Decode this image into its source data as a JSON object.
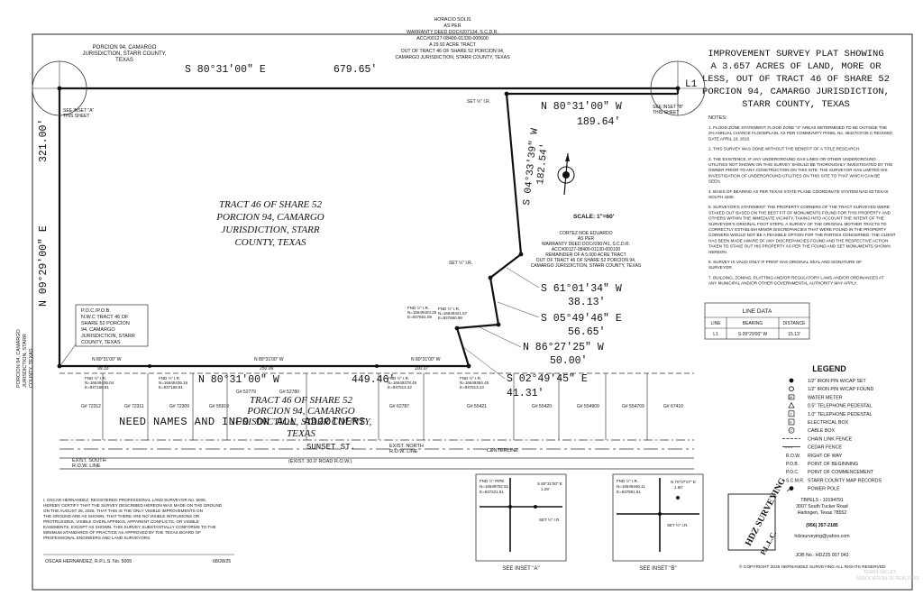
{
  "title": {
    "lines": [
      "IMPROVEMENT SURVEY PLAT SHOWING",
      "A 3.657 ACRES OF LAND, MORE OR",
      "LESS, OUT OF TRACT 46 OF SHARE 52",
      "PORCION 94, CAMARGO JURISDICTION,",
      "STARR COUNTY, TEXAS"
    ]
  },
  "top_labels": {
    "porcion_94": [
      "PORCION 94, CAMARGO",
      "JURISDICTION, STARR COUNTY,",
      "TEXAS"
    ],
    "north_neighbor": [
      "HORACIO SOLIS",
      "AS PER",
      "WARRANTY DEED DOC#207134, S.C.D.R.",
      "ACC#00127-08400-01330-000600",
      "A 29.92 ACRE TRACT",
      "OUT OF TRACT 46 OF SHARE 52 PORCION 94,",
      "CAMARGO JURISDICTION, STARR COUNTY, TEXAS"
    ],
    "corner_l1": "L1",
    "set_iron": "SET ½\" I.R.",
    "see_inset_a": [
      "SEE INSET \"A\"",
      "THIS SHEET"
    ],
    "see_inset_b": [
      "SEE INSET \"B\"",
      "THIS SHEET"
    ]
  },
  "bearings": {
    "north_line": {
      "bearing": "S 80°31'00\" E",
      "distance": "679.65'"
    },
    "west_line": {
      "bearing": "N 09°29'00\" E",
      "distance": "321.00'"
    },
    "ne_top": {
      "bearing": "N 80°31'00\" W",
      "distance": "189.64'"
    },
    "ne_side": {
      "bearing": "S 04°33'39\" W",
      "distance": "182.54'"
    },
    "seg1": {
      "bearing": "S 61°01'34\" W",
      "distance": "38.13'"
    },
    "seg2": {
      "bearing": "S 05°49'46\" E",
      "distance": "56.65'"
    },
    "seg3": {
      "bearing": "N 86°27'25\" W",
      "distance": "50.00'"
    },
    "seg4": {
      "bearing": "S 02°49'45\" E",
      "distance": "41.31'"
    },
    "south_line": {
      "bearing": "N 80°31'00\" W",
      "distance": "449.46'"
    },
    "south_sub_a": {
      "bearing": "N 80°31'00\" W",
      "distance": "99.33'"
    },
    "south_sub_b": {
      "bearing": "N 80°31'00\" W",
      "distance": "250.06'"
    },
    "south_sub_c": {
      "bearing": "N 80°31'00\" W",
      "distance": "100.07'"
    }
  },
  "tract_label": [
    "TRACT 46 OF SHARE 52",
    "PORCION 94, CAMARGO",
    "JURISDICTION, STARR",
    "COUNTY, TEXAS"
  ],
  "scale": "SCALE: 1\"=60'",
  "east_neighbor": [
    "CORTEZ NOE EDUARDO",
    "AS PER",
    "WARRANTY DEED DOC#290741, S.C.D.R.",
    "ACC#00127-08400-01130-000100",
    "REMAINDER OF A 5.000 ACRE TRACT",
    "OUT OF TRACT 46 OF SHARE 52 PORCION 94,",
    "CAMARGO JURISDICTION, STARR COUNTY, TEXAS"
  ],
  "west_side_label": [
    "PORCION 94, CAMARGO",
    "JURISDICTION, STARR",
    "COUNTY, TEXAS"
  ],
  "pob": [
    "P.O.C./P.O.B.",
    "N.W.C TRACT 46 OF",
    "SHARE 52 PORCION",
    "94, CAMARGO",
    "JURISDICTION, STARR",
    "COUNTY, TEXAS"
  ],
  "found_iron_notes": [
    [
      "FND ½\" I.R.",
      "N=16649436.04",
      "E=937168.81"
    ],
    [
      "FND ½\" I.R.",
      "N=16649436.16",
      "E=937168.81"
    ],
    [
      "FND ½\" I.R.",
      "N=16649378.46",
      "E=937514.42"
    ],
    [
      "FND ½\" I.R.",
      "N=16649384.45",
      "E=937613.13"
    ],
    [
      "FND ½\" I.R.",
      "N=16649403.25",
      "E=937601.09"
    ],
    [
      "FND ½\" I.R.",
      "N=16649421.57",
      "E=937660.98"
    ]
  ],
  "lots": [
    "G# 72312",
    "G# 72311",
    "G# 72309",
    "G# 55919",
    "G# 52779",
    "G# 52780",
    "G# 62787",
    "G# 55421",
    "G# 55420",
    "G# 554909",
    "G# 554709",
    "G# 67410"
  ],
  "south_tract_label": [
    "TRACT 46 OF SHARE 52",
    "PORCION 94, CAMARGO",
    "JURISDICTION, STARR COUNTY,",
    "TEXAS"
  ],
  "adjoiners_note": "NEED NAMES AND INFO ON ALL ADJOINERS",
  "street": {
    "name": "SUNSET ST.",
    "row": "(EXIST. 30.0' ROAD R.O.W.)",
    "south_row": [
      "EXIST. SOUTH",
      "R.O.W. LINE"
    ],
    "north_row": [
      "EXIST. NORTH",
      "R.O.W. LINE"
    ],
    "centerline": "CENTERLINE"
  },
  "notes_title": "NOTES:",
  "notes": [
    "1. FLOOD ZONE STATEMENT: FLOOD ZONE \"X\" AREAS DETERMINED TO BE OUTSIDE THE 2% ANNUAL CHANCE FLOODPLAIN, AS PER COMMUNITY PANEL No. 48427C0725 C REVISED DATE APRIL 19, 2010.",
    "2. THIS SURVEY WAS DONE WITHOUT THE BENEFIT OF A TITLE RESEARCH.",
    "3. THE EXISTENCE, IF ANY UNDERGROUND GAS LINES OR OTHER UNDERGROUND UTILITIES NOT SHOWN ON THIS SURVEY SHOULD BE THOROUGHLY INVESTIGATED BY THE OWNER PRIOR TO ANY CONSTRUCTION ON THIS SITE. THE SURVEYOR HAS LIMITED HIS INVESTIGATION OF UNDERGROUND UTILITIES ON THIS SITE TO THAT WHICH CAN BE SEEN.",
    "4. BASIS OF BEARING AS PER TEXAS STATE PLANE COORDINATE SYSTEM NAD 83 TEXAS SOUTH 4205.",
    "5. SURVEYOR'S STATEMENT: THE PROPERTY CORNERS OF THE TRACT SURVEYED WERE STAKED OUT BASED ON THE BEST FIT OF MONUMENTS FOUND FOR THIS PROPERTY AND OTHERS WITHIN THE IMMEDIATE VICINITY, TAKING INTO ACCOUNT THE INTENT OF THE SURVEYOR'S ORIGINAL FOOT STEPS. A SURVEY OF THE ORIGINAL MOTHER TRACTS TO CORRECTLY ESTABLISH MINOR DISCREPANCIES THAT WERE FOUND IN THE PROPERTY CORNERS WOULD NOT BE A FEASIBLE OPTION FOR THE PARTIES CONCERNED. THE CLIENT HAS BEEN MADE AWARE OF ANY DISCREPANCIES FOUND AND THE RESPECTIVE ACTION TAKEN TO STAKE OUT HIS PROPERTY AS PER THE FOUND AND SET MONUMENTS SHOWN HEREON.",
    "6. SURVEY IS VALID ONLY IF PRINT HAS ORIGINAL SEAL AND SIGNATURE OF SURVEYOR.",
    "7. BUILDING, ZONING, PLATTING AND/OR REGULATORY LAWS AND/OR ORDINANCES AT ANY MUNICIPAL AND/OR OTHER GOVERNMENTAL AUTHORITY MAY APPLY."
  ],
  "line_table": {
    "title": "LINE DATA",
    "headers": [
      "LINE",
      "BEARING",
      "DISTANCE"
    ],
    "rows": [
      [
        "L1",
        "S 09°29'00\" W",
        "15.13'"
      ]
    ]
  },
  "legend": {
    "title": "LEGEND",
    "items": [
      {
        "icon": "iron-pin-set-icon",
        "label": "1/2\" IRON PIN W/CAP SET"
      },
      {
        "icon": "iron-pin-found-icon",
        "label": "1/2\" IRON PIN W/CAP FOUND"
      },
      {
        "icon": "water-meter-icon",
        "label": "WATER METER"
      },
      {
        "icon": "telephone-pedestal-icon",
        "label": "0.5\" TELEPHONE PEDESTAL"
      },
      {
        "icon": "telephone-pedestal-large-icon",
        "label": "1.0\" TELEPHONE PEDESTAL"
      },
      {
        "icon": "electrical-box-icon",
        "label": "ELECTRICAL BOX"
      },
      {
        "icon": "cable-box-icon",
        "label": "CABLE BOX"
      },
      {
        "icon": "chain-link-fence-icon",
        "label": "CHAIN LINK FENCE"
      },
      {
        "icon": "cedar-fence-icon",
        "label": "CEDAR FENCE"
      },
      {
        "icon": "row-abbr",
        "abbr": "R.O.W.",
        "label": "RIGHT OF WAY"
      },
      {
        "icon": "pob-abbr",
        "abbr": "P.O.B.",
        "label": "POINT OF BEGINNING"
      },
      {
        "icon": "poc-abbr",
        "abbr": "P.O.C.",
        "label": "POINT OF COMMENCEMENT"
      },
      {
        "icon": "scmr-abbr",
        "abbr": "S.C.M.R.",
        "label": "STARR COUNTY MAP RECORDS"
      },
      {
        "icon": "power-pole-icon",
        "label": "POWER POLE"
      }
    ]
  },
  "company": {
    "logo_text": "HDZ SURVEYING",
    "logo_sub": "P.L.L.C.",
    "firm_no": "TBPELS - 10194791",
    "address1": "3007 South Tucker Road",
    "address2": "Harlingen, Texas  78552",
    "phone": "(956) 357-2185",
    "email": "hdzsurveying@yahoo.com",
    "job": "JOB No.: HDZ25 007 043",
    "copyright": "© COPYRIGHT 2025 HERNANDEZ SURVEYING ALL RIGHTS RESERVED"
  },
  "certification": "I, OSCAR HERNANDEZ, REGISTERED PROFESSIONAL LAND SURVEYOR No. 5005, HEREBY CERTIFY THAT THE SURVEY DESCRIBED HEREON WAS MADE ON THE GROUND ON THE AUGUST 26, 2025. THAT THIS IS THE ONLY VISIBLE IMPROVEMENTS ON THE GROUND ARE AS SHOWN. THAT THERE ARE NO VISIBLE INTRUSIONS OR PROTRUSIONS, VISIBLE OVERLAPPINGS, APPARENT CONFLICTS, OR VISIBLE EASEMENTS, EXCEPT AS SHOWN. THIS SURVEY SUBSTANTIALLY CONFORMS TO THE MINIMUM STANDARDS OF PRACTICE AS APPROVED BY THE TEXAS BOARD OF PROFESSIONAL ENGINEERS AND LAND SURVEYORS.",
  "signature": {
    "name": "OSCAR HERNANDEZ, R.P.L.S. No. 5005",
    "date": "08/28/25"
  },
  "inset_a": {
    "caption": "SEE INSET \"A\"",
    "fnd": [
      "FND ½\" PIPE",
      "N=16649762.51",
      "E=937221.51"
    ],
    "bearing": [
      "S 80°31'00\" E",
      "1.29'"
    ],
    "set": "SET ½\" I.R."
  },
  "inset_b": {
    "caption": "SEE INSET \"B\"",
    "fnd": [
      "FND ½\" I.R.",
      "N=16649446.11",
      "E=937891.51"
    ],
    "bearing": [
      "N 70°07'27\" E",
      "1.60'"
    ],
    "set": "SET ½\" I.R."
  },
  "watermark": [
    "TERRA VALLEY",
    "ASSOCIATION OF REALTORS"
  ]
}
